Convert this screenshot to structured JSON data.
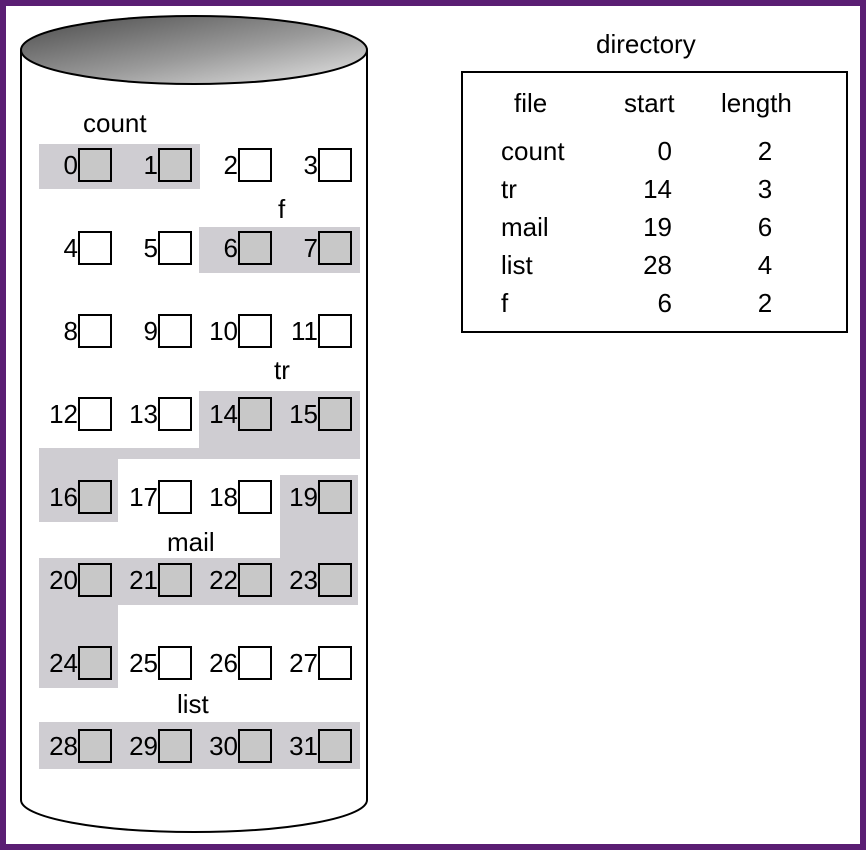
{
  "disk": {
    "blocks": [
      "0",
      "1",
      "2",
      "3",
      "4",
      "5",
      "6",
      "7",
      "8",
      "9",
      "10",
      "11",
      "12",
      "13",
      "14",
      "15",
      "16",
      "17",
      "18",
      "19",
      "20",
      "21",
      "22",
      "23",
      "24",
      "25",
      "26",
      "27",
      "28",
      "29",
      "30",
      "31"
    ],
    "file_labels": [
      "count",
      "f",
      "tr",
      "mail",
      "list"
    ]
  },
  "directory": {
    "title": "directory",
    "headers": [
      "file",
      "start",
      "length"
    ],
    "rows": [
      {
        "file": "count",
        "start": "0",
        "length": "2"
      },
      {
        "file": "tr",
        "start": "14",
        "length": "3"
      },
      {
        "file": "mail",
        "start": "19",
        "length": "6"
      },
      {
        "file": "list",
        "start": "28",
        "length": "4"
      },
      {
        "file": "f",
        "start": "6",
        "length": "2"
      }
    ]
  },
  "colors": {
    "frame": "#5a1e73",
    "allocated": "#cfcdd2",
    "block_fill_allocated": "#c8c8c8",
    "disk_top_dark": "#555555",
    "disk_top_light": "#e6e6e6"
  }
}
